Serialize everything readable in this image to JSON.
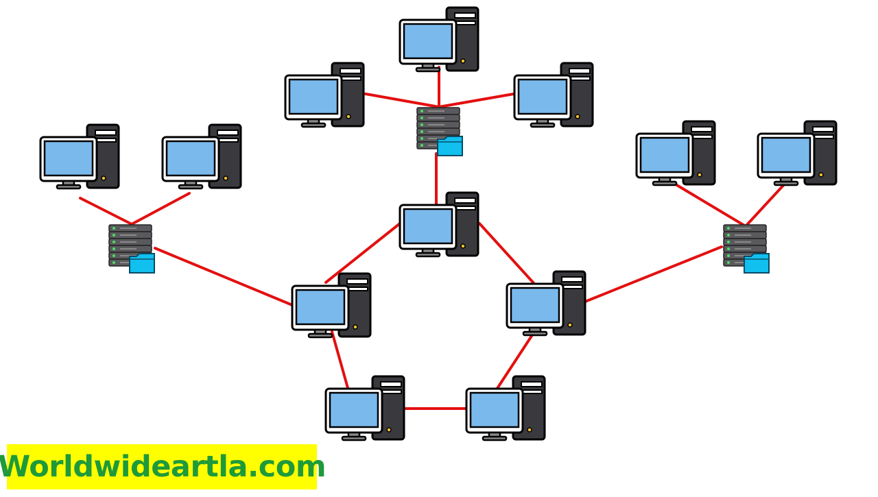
{
  "diagram": {
    "link_color": "#e31010",
    "monitor_screen_color": "#7ab9ec",
    "case_color": "#3a3a3e",
    "folder_color": "#11c0ee",
    "nodes": [
      {
        "id": "pc-top",
        "type": "computer"
      },
      {
        "id": "pc-top-left",
        "type": "computer"
      },
      {
        "id": "pc-top-right",
        "type": "computer"
      },
      {
        "id": "server-top",
        "type": "server"
      },
      {
        "id": "pc-left-1",
        "type": "computer"
      },
      {
        "id": "pc-left-2",
        "type": "computer"
      },
      {
        "id": "server-left",
        "type": "server"
      },
      {
        "id": "pc-right-1",
        "type": "computer"
      },
      {
        "id": "pc-right-2",
        "type": "computer"
      },
      {
        "id": "server-right",
        "type": "server"
      },
      {
        "id": "pc-ring-top",
        "type": "computer"
      },
      {
        "id": "pc-ring-left",
        "type": "computer"
      },
      {
        "id": "pc-ring-right",
        "type": "computer"
      },
      {
        "id": "pc-ring-bottom-left",
        "type": "computer"
      },
      {
        "id": "pc-ring-bottom-right",
        "type": "computer"
      }
    ],
    "links": [
      [
        "pc-top",
        "server-top"
      ],
      [
        "pc-top-left",
        "server-top"
      ],
      [
        "pc-top-right",
        "server-top"
      ],
      [
        "server-top",
        "pc-ring-top"
      ],
      [
        "pc-left-1",
        "server-left"
      ],
      [
        "pc-left-2",
        "server-left"
      ],
      [
        "server-left",
        "pc-ring-left"
      ],
      [
        "pc-right-1",
        "server-right"
      ],
      [
        "pc-right-2",
        "server-right"
      ],
      [
        "server-right",
        "pc-ring-right"
      ],
      [
        "pc-ring-top",
        "pc-ring-left"
      ],
      [
        "pc-ring-top",
        "pc-ring-right"
      ],
      [
        "pc-ring-left",
        "pc-ring-bottom-left"
      ],
      [
        "pc-ring-right",
        "pc-ring-bottom-right"
      ],
      [
        "pc-ring-bottom-left",
        "pc-ring-bottom-right"
      ]
    ]
  },
  "watermark": {
    "text": "Worldwideartla.com",
    "text_color": "#1e9a3a",
    "background": "#ffff00"
  }
}
